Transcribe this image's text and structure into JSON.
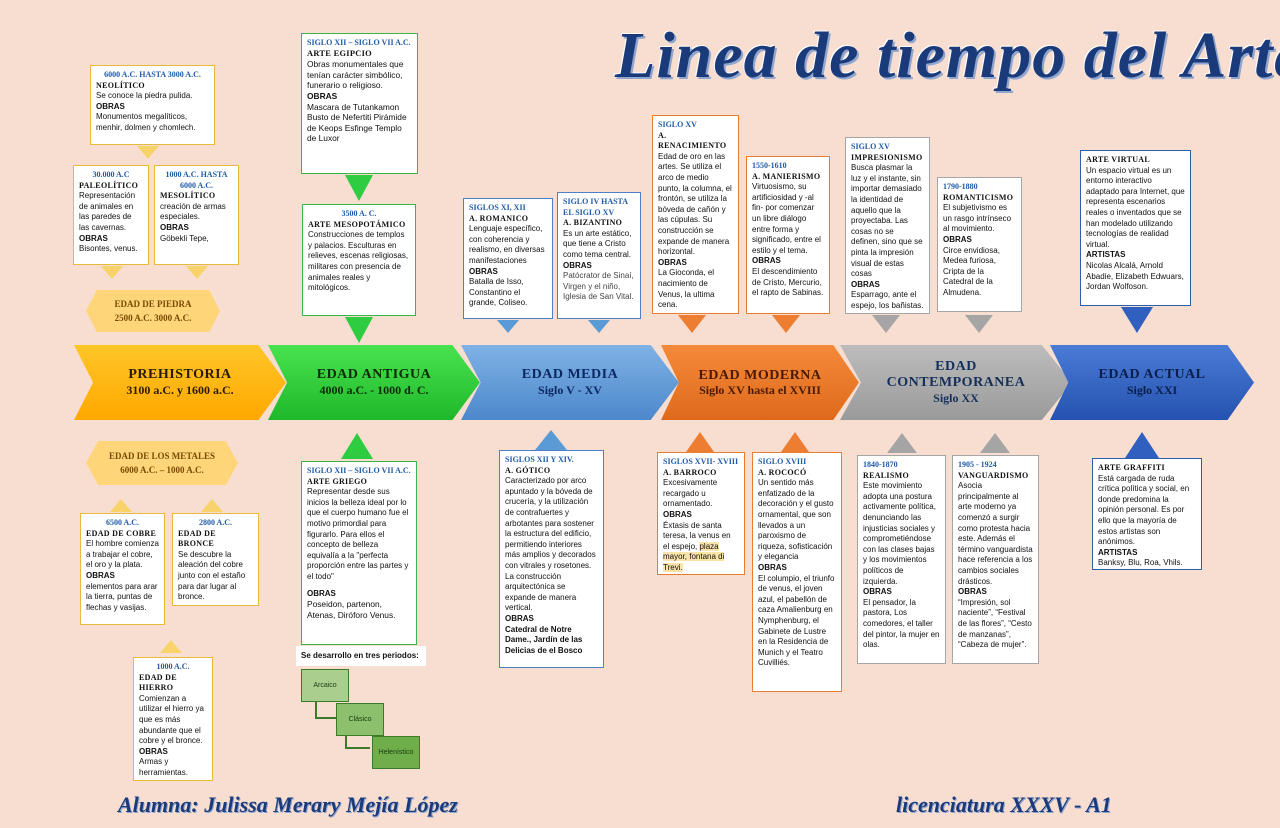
{
  "title": "Linea de tiempo del Arte",
  "footer": {
    "student": "Alumna: Julissa Merary Mejía López",
    "degree": "licenciatura XXXV - A1"
  },
  "eras": [
    {
      "name": "PREHISTORIA",
      "dates": "3100 a.C. y 1600 a.C."
    },
    {
      "name": "EDAD ANTIGUA",
      "dates": "4000 a.C. - 1000 d. C."
    },
    {
      "name": "EDAD MEDIA",
      "dates": "Siglo V - XV"
    },
    {
      "name": "EDAD MODERNA",
      "dates": "Siglo XV hasta el XVIII"
    },
    {
      "name": "EDAD CONTEMPORANEA",
      "dates": "Siglo XX"
    },
    {
      "name": "EDAD ACTUAL",
      "dates": "Siglo XXI"
    }
  ],
  "hexes": {
    "piedra": {
      "name": "EDAD DE PIEDRA",
      "dates": "2500 A.C. 3000 A.C."
    },
    "metales": {
      "name": "EDAD DE LOS METALES",
      "dates": "6000 A.C. – 1000 A.C."
    }
  },
  "boxes": {
    "neolitico": {
      "hd": "6000 A.C. HASTA 3000 A.C.",
      "sub": "NEOLÍTICO",
      "desc": "Se conoce la piedra pulida.",
      "obras_lbl": "OBRAS",
      "obras": "Monumentos megalíticos, menhir, dolmen y chomlech."
    },
    "paleolitico": {
      "hd": "30.000 A.C",
      "sub": "PALEOLÍTICO",
      "desc": "Representación de animales en las paredes de las cavernas.",
      "obras_lbl": "OBRAS",
      "obras": "Bisontes, venus."
    },
    "mesolitico": {
      "hd": "1000 A.C. HASTA 6000 A.C.",
      "sub": "MESOLÍTICO",
      "desc": "creación de armas especiales.",
      "obras_lbl": "OBRAS",
      "obras": "Göbekli Tepe,"
    },
    "egipcio": {
      "hd": "SIGLO XII – SIGLO VII A.C.",
      "sub": "ARTE EGIPCIO",
      "desc": "Obras monumentales que tenían carácter simbólico, funerario o religioso.",
      "obras_lbl": "OBRAS",
      "obras": "Mascara de Tutankamon Busto de Nefertiti Pirámide de Keops Esfinge Templo de Luxor"
    },
    "mesopotamico": {
      "hd": "3500 A. C.",
      "sub": "ARTE MESOPOTÁMICO",
      "desc": "Construcciones de templos y palacios. Esculturas en relieves, escenas religiosas, militares con presencia de animales reales y mitológicos."
    },
    "romanico": {
      "hd": "SIGLOS XI, XII",
      "sub": "A. ROMANICO",
      "desc": "Lenguaje específico, con coherencia y realismo, en diversas manifestaciones",
      "obras_lbl": "OBRAS",
      "obras": "Batalla de Isso, Constantino el grande, Coliseo."
    },
    "bizantino": {
      "hd": "SIGLO IV HASTA EL SIGLO XV",
      "sub": "A. BIZANTINO",
      "desc": "Es un arte estático, que tiene a Cristo como tema central.",
      "obras_lbl": "OBRAS",
      "obras": "Patócrator de Sinaí, Virgen y el niño, Iglesia de San Vital."
    },
    "renacimiento": {
      "hd": "SIGLO XV",
      "sub": "A. RENACIMIENTO",
      "desc": "Edad de oro en las artes. Se utiliza el arco de medio punto, la columna, el frontón, se utiliza la bóveda de cañón y las cúpulas. Su construcción se expande de manera horizontal.",
      "obras_lbl": "OBRAS",
      "obras": "La Gioconda, el nacimiento de Venus, la ultima cena."
    },
    "manierismo": {
      "hd": "1550-1610",
      "sub": "A. MANIERISMO",
      "desc": "Virtuosismo, su artificiosidad y -al fin- por comenzar un libre diálogo entre forma y significado, entre el estilo y el tema.",
      "obras_lbl": "OBRAS",
      "obras": "El descendimiento de Cristo, Mercurio, el rapto de Sabinas."
    },
    "impresionismo": {
      "hd": "SIGLO XV",
      "sub": "IMPRESIONISMO",
      "desc": "Busca plasmar la luz y el instante, sin importar demasiado la identidad de aquello que la proyectaba. Las cosas no se definen, sino que se pinta la impresión visual de estas cosas",
      "obras_lbl": "OBRAS",
      "obras": "Esparrago, ante el espejo, los bañistas."
    },
    "romanticismo": {
      "hd": "1790-1880",
      "sub": "ROMANTICISMO",
      "desc": "El subjetivismo es un rasgo intrínseco al movimiento.",
      "obras_lbl": "OBRAS",
      "obras": "Circe envidiosa, Medea furiosa, Cripta de la Catedral de la Almudena."
    },
    "virtual": {
      "sub": "ARTE VIRTUAL",
      "desc": "Un espacio virtual es un entorno interactivo adaptado para Internet, que representa escenarios reales o inventados que se han modelado utilizando tecnologías de realidad virtual.",
      "obras_lbl": "ARTISTAS",
      "obras": "Nicolas Alcalá, Arnold Abadie, Elizabeth Edwuars, Jordan Wolfoson."
    },
    "cobre": {
      "hd": "6500 A.C.",
      "sub": "EDAD DE COBRE",
      "desc": "El hombre comienza a trabajar el cobre, el oro y la plata.",
      "obras_lbl": "OBRAS",
      "obras": "elementos para arar la tierra, puntas de flechas y vasijas."
    },
    "bronce": {
      "hd": "2800 A.C.",
      "sub": "EDAD DE BRONCE",
      "desc": "Se descubre la aleación del cobre junto con el estaño para dar lugar al bronce."
    },
    "hierro": {
      "hd": "1000 A.C.",
      "sub": "EDAD DE HIERRO",
      "desc": "Comienzan a utilizar el hierro ya que es más abundante que el cobre y el bronce.",
      "obras_lbl": "OBRAS",
      "obras": "Armas y herramientas."
    },
    "griego": {
      "hd": "SIGLO XII – SIGLO VII A.C.",
      "sub": "ARTE GRIEGO",
      "desc": "Representar desde sus inicios la belleza ideal por lo que el cuerpo humano fue el motivo primordial para figurarlo. Para ellos el concepto de belleza equivalía a la \"perfecta proporción entre las partes y el todo\"",
      "obras_lbl": "OBRAS",
      "obras": "Poseidon, partenon, Atenas, Diróforo Venus."
    },
    "gotico": {
      "hd": "SIGLOS XII Y XIV.",
      "sub": "A. GÓTICO",
      "desc": "Caracterizado por arco apuntado y la bóveda de crucería, y la utilización de contrafuertes y arbotantes para sostener la estructura del edificio, permitiendo interiores más amplios y decorados con vitrales y rosetones. La construcción arquitectónica se expande de manera vertical.",
      "obras_lbl": "OBRAS",
      "obras": "Catedral de Notre Dame., Jardín de las Delicias de el Bosco"
    },
    "barroco": {
      "hd": "SIGLOS XVII- XVIII",
      "sub": "A. BARROCO",
      "desc": "Excesivamente recargado u ornamentado.",
      "obras_lbl": "OBRAS",
      "obras": "Éxtasis de santa teresa, la venus en el espejo,",
      "obras2": "plaza mayor, fontana di Trevi."
    },
    "rococo": {
      "hd": "SIGLO XVIII",
      "sub": "A. ROCOCÓ",
      "desc": "Un sentido más enfatizado de la decoración y el gusto ornamental, que son llevados a un paroxismo de riqueza, sofisticación y elegancia",
      "obras_lbl": "OBRAS",
      "obras": "El columpio, el triunfo de venus, el joven azul, el pabellón de caza Amalienburg en Nymphenburg, el Gabinete de Lustre en la Residencia de Munich y el Teatro Cuvilliés."
    },
    "realismo": {
      "hd": "1840-1870",
      "sub": "REALISMO",
      "desc": "Este movimiento adopta una postura activamente política, denunciando las injusticias sociales y comprometiéndose con las clases bajas y los movimientos políticos de izquierda.",
      "obras_lbl": "OBRAS",
      "obras": "El pensador, la pastora, Los comedores, el taller del pintor, la mujer en olas."
    },
    "vanguardismo": {
      "hd": "1905 - 1924",
      "sub": "VANGUARDISMO",
      "desc": "Asocia principalmente al arte moderno ya comenzó a surgir como protesta hacia este. Además el término vanguardista hace referencia a los cambios sociales drásticos.",
      "obras_lbl": "OBRAS",
      "obras": "“Impresión, sol naciente”, “Festival de las flores”, “Cesto de manzanas”, “Cabeza de mujer”."
    },
    "graffiti": {
      "sub": "ARTE GRAFFITI",
      "desc": "Está cargada de ruda crítica política y social, en donde predomina la opinión personal. Es por ello que la mayoría de estos artistas son anónimos.",
      "obras_lbl": "ARTISTAS",
      "obras": "Banksy, Blu, Roa, Vhils."
    }
  },
  "periods": {
    "title": "Se desarrollo en tres periodos:",
    "items": [
      "Arcaico",
      "Clásico",
      "Helenístico"
    ]
  },
  "colors": {
    "prehistoria": "#ffb800",
    "antigua": "#2ecc40",
    "media": "#5b9bd5",
    "moderna": "#ed7d31",
    "contemporanea": "#a5a5a5",
    "actual": "#2f5fbf"
  }
}
